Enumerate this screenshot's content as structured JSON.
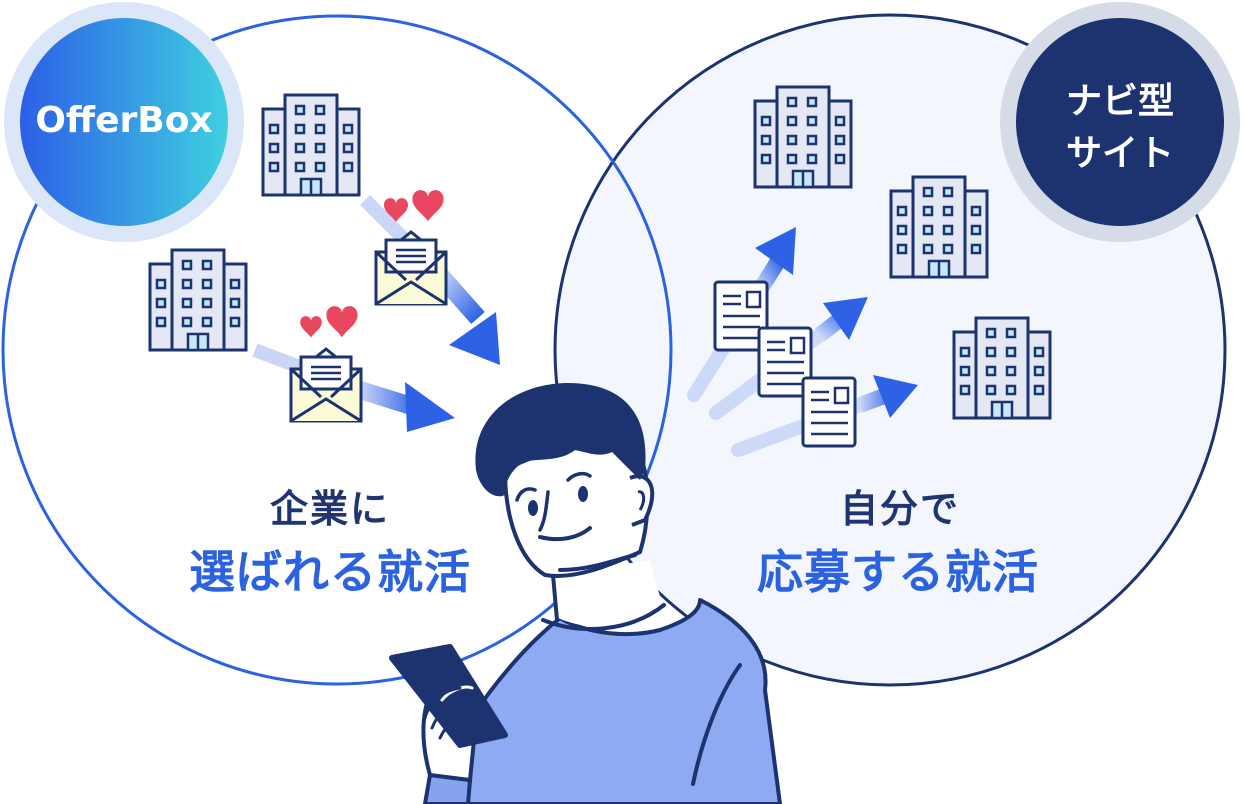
{
  "left_panel": {
    "badge": "OfferBox",
    "heading_line1": "企業に",
    "heading_line2": "選ばれる就活"
  },
  "right_panel": {
    "badge_line1": "ナビ型",
    "badge_line2": "サイト",
    "heading_line1": "自分で",
    "heading_line2": "応募する就活"
  },
  "colors": {
    "left_circle_stroke": "#2a62e0",
    "right_circle_stroke": "#1d3370",
    "right_circle_fill": "#f3f6fd",
    "offerbox_gradient_start": "#2c5fe6",
    "offerbox_gradient_end": "#3fd0e0",
    "navi_badge": "#1d3370",
    "highlight": "#eefa48",
    "heading_dark": "#1f3470",
    "heading_blue": "#2a62e0",
    "shirt": "#8eaaf3",
    "heart": "#e8475f"
  },
  "icons": [
    "building-icon",
    "envelope-icon",
    "heart-icon",
    "arrow-icon",
    "resume-document-icon",
    "person-illustration",
    "smartphone-icon"
  ]
}
